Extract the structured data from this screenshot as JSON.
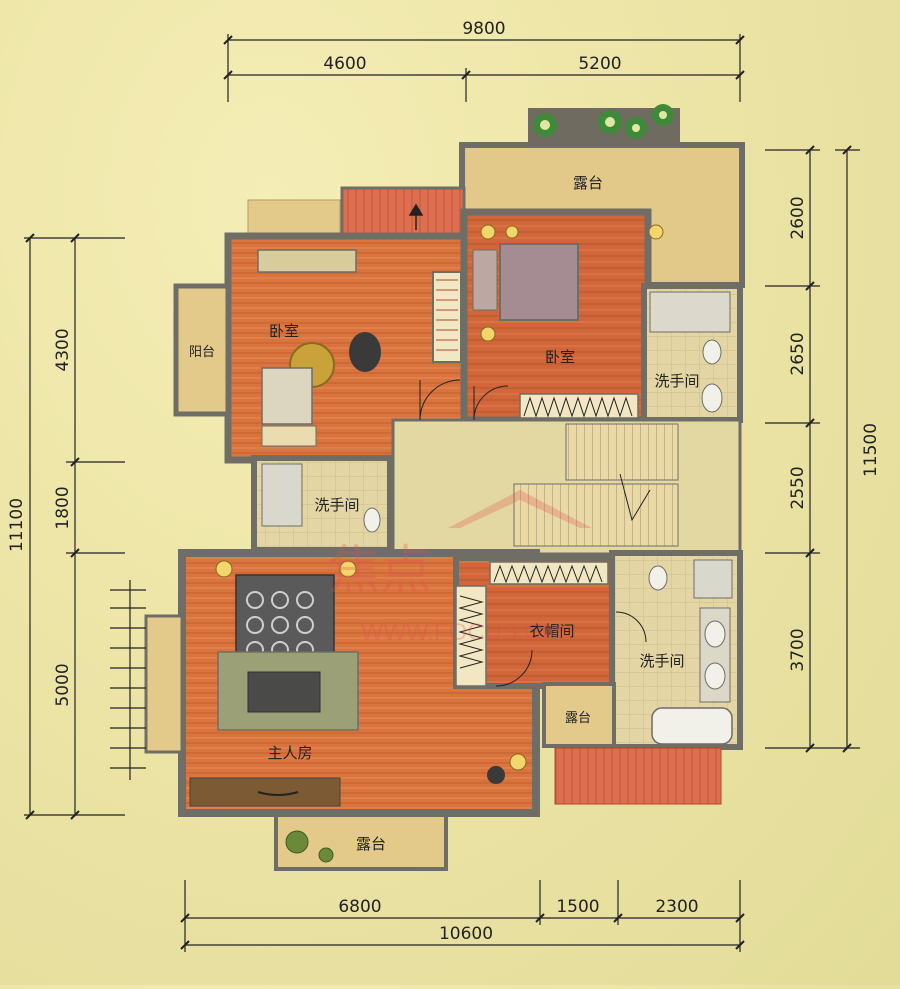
{
  "dimensions": {
    "top_total": "9800",
    "top_left": "4600",
    "top_right": "5200",
    "right_1": "2600",
    "right_2": "2650",
    "right_3": "2550",
    "right_4": "3700",
    "right_total": "11500",
    "left_1": "4300",
    "left_2": "1800",
    "left_3": "5000",
    "left_total": "11100",
    "bottom_1": "6800",
    "bottom_2": "1500",
    "bottom_3": "2300",
    "bottom_total": "10600"
  },
  "rooms": {
    "terrace_top": "露台",
    "bedroom_left": "卧室",
    "balcony": "阳台",
    "bedroom_right": "卧室",
    "bath_right": "洗手间",
    "bath_mid": "洗手间",
    "cloakroom": "衣帽间",
    "bath_lower": "洗手间",
    "terrace_small": "露台",
    "master_room": "主人房",
    "terrace_bottom": "露台"
  },
  "watermark": {
    "main": "焦点",
    "url": "WWW.FOCUS.CN"
  },
  "colors": {
    "wall": "#6e6e66",
    "wood_floor": "#d8743e",
    "tile_floor": "#e6d6a0",
    "terrace_floor": "#e3c98a",
    "deck": "#d96a4c",
    "dim_line": "#222222"
  }
}
